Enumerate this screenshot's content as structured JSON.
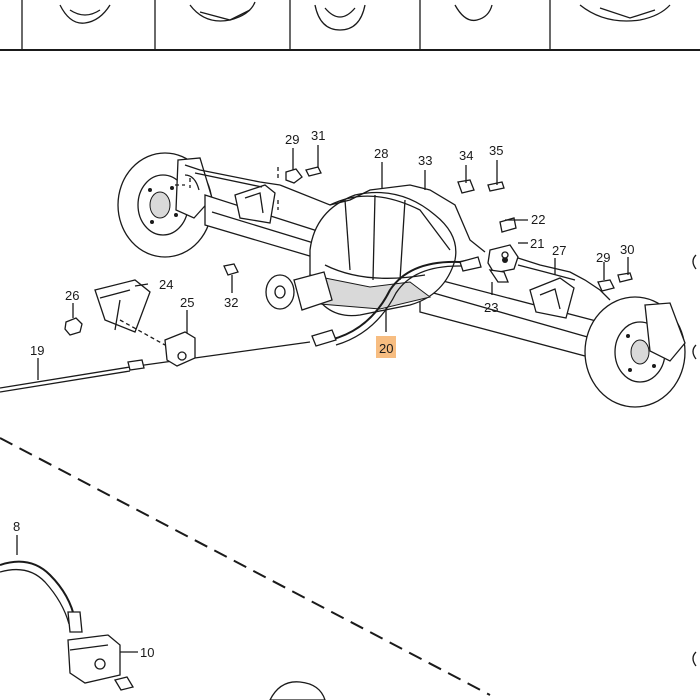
{
  "callouts": [
    {
      "id": "c19",
      "text": "19"
    },
    {
      "id": "c20",
      "text": "20",
      "highlighted": true
    },
    {
      "id": "c21",
      "text": "21"
    },
    {
      "id": "c22",
      "text": "22"
    },
    {
      "id": "c23",
      "text": "23"
    },
    {
      "id": "c24",
      "text": "24"
    },
    {
      "id": "c25",
      "text": "25"
    },
    {
      "id": "c26",
      "text": "26"
    },
    {
      "id": "c27",
      "text": "27"
    },
    {
      "id": "c28",
      "text": "28"
    },
    {
      "id": "c29a",
      "text": "29"
    },
    {
      "id": "c29b",
      "text": "29"
    },
    {
      "id": "c30",
      "text": "30"
    },
    {
      "id": "c31",
      "text": "31"
    },
    {
      "id": "c32",
      "text": "32"
    },
    {
      "id": "c33",
      "text": "33"
    },
    {
      "id": "c34",
      "text": "34"
    },
    {
      "id": "c35",
      "text": "35"
    },
    {
      "id": "c8",
      "text": "8"
    },
    {
      "id": "c10",
      "text": "10"
    }
  ],
  "colors": {
    "ink": "#1a1a1a",
    "highlight": "#f6b26b",
    "background": "#ffffff"
  }
}
